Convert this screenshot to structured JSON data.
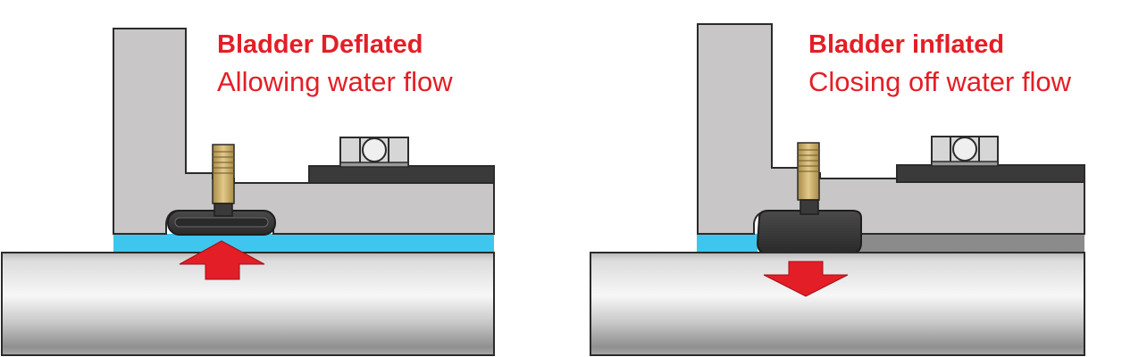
{
  "panels": [
    {
      "title": "Bladder Deflated",
      "subtitle": "Allowing water flow",
      "state": "deflated",
      "flow_arrow_direction": "up"
    },
    {
      "title": "Bladder inflated",
      "subtitle": "Closing off water flow",
      "state": "inflated",
      "flow_arrow_direction": "down"
    }
  ],
  "colors": {
    "caption": "#e41e26",
    "arrow": "#e41e26",
    "water": "#3fc6ee",
    "housing": "#c8c6c6",
    "housing_dark": "#8c8b8b",
    "outline": "#2b2b2b",
    "bladder": "#3a3a3a",
    "plate": "#3a3a3a",
    "brass": "#c9a862",
    "bolt": "#d6d6d6",
    "pipe_light": "#f2f2f2",
    "pipe_mid": "#c4c4c4",
    "pipe_dark": "#8a8a8a"
  }
}
